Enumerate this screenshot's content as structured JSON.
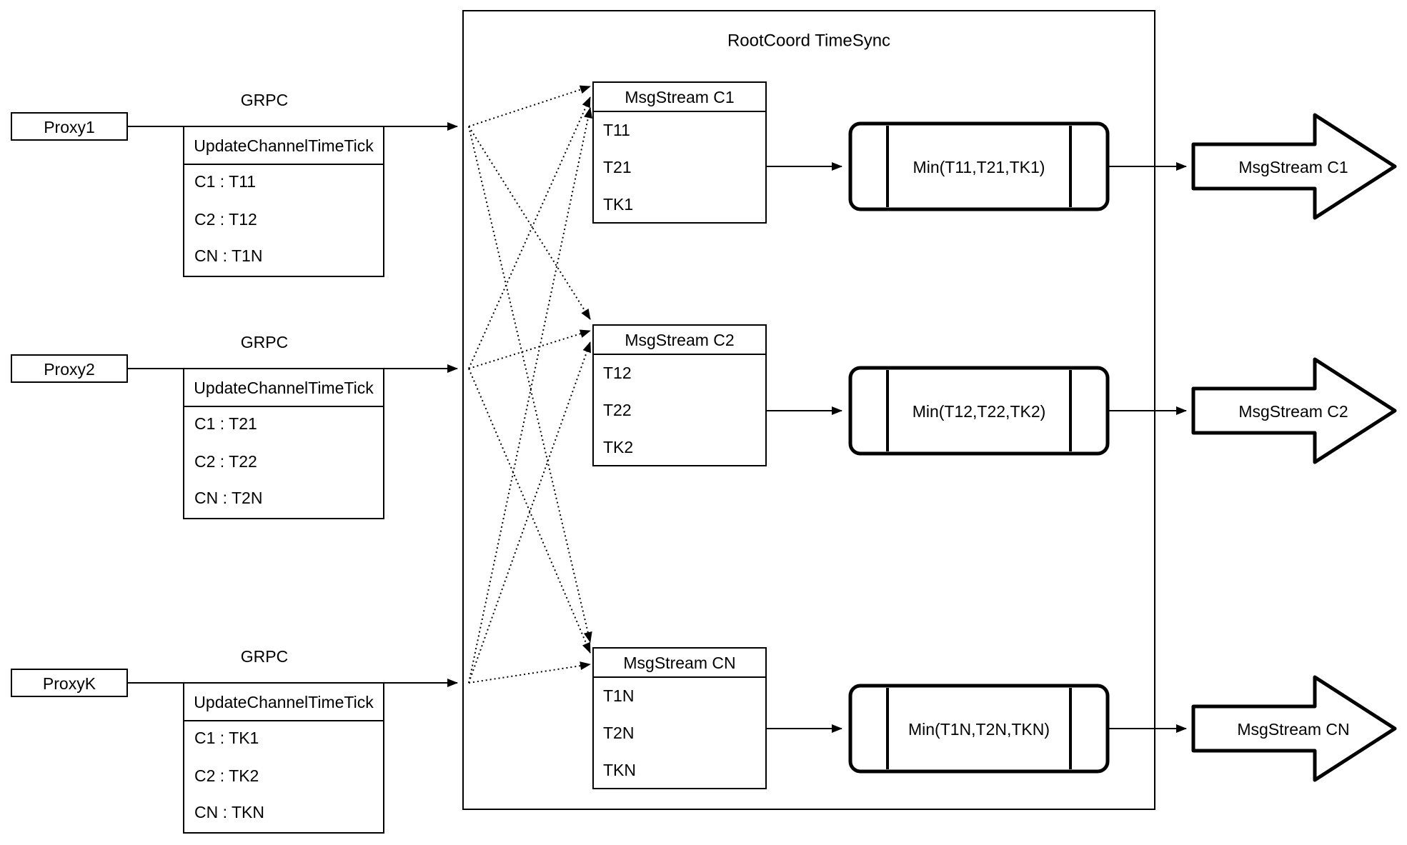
{
  "diagram": {
    "title": "RootCoord TimeSync",
    "grpc_label": "GRPC",
    "proxies": [
      {
        "name": "Proxy1",
        "table_header": "UpdateChannelTimeTick",
        "rows": [
          "C1 :  T11",
          "C2 :  T12",
          "CN : T1N"
        ]
      },
      {
        "name": "Proxy2",
        "table_header": "UpdateChannelTimeTick",
        "rows": [
          "C1 :  T21",
          "C2 :  T22",
          "CN : T2N"
        ]
      },
      {
        "name": "ProxyK",
        "table_header": "UpdateChannelTimeTick",
        "rows": [
          "C1 :  TK1",
          "C2 :  TK2",
          "CN : TKN"
        ]
      }
    ],
    "streams": [
      {
        "header": "MsgStream C1",
        "ticks": [
          "T11",
          "T21",
          "TK1"
        ],
        "min_label": "Min(T11,T21,TK1)",
        "output_label": "MsgStream C1"
      },
      {
        "header": "MsgStream C2",
        "ticks": [
          "T12",
          "T22",
          "TK2"
        ],
        "min_label": "Min(T12,T22,TK2)",
        "output_label": "MsgStream C2"
      },
      {
        "header": "MsgStream CN",
        "ticks": [
          "T1N",
          "T2N",
          "TKN"
        ],
        "min_label": "Min(T1N,T2N,TKN)",
        "output_label": "MsgStream CN"
      }
    ]
  }
}
